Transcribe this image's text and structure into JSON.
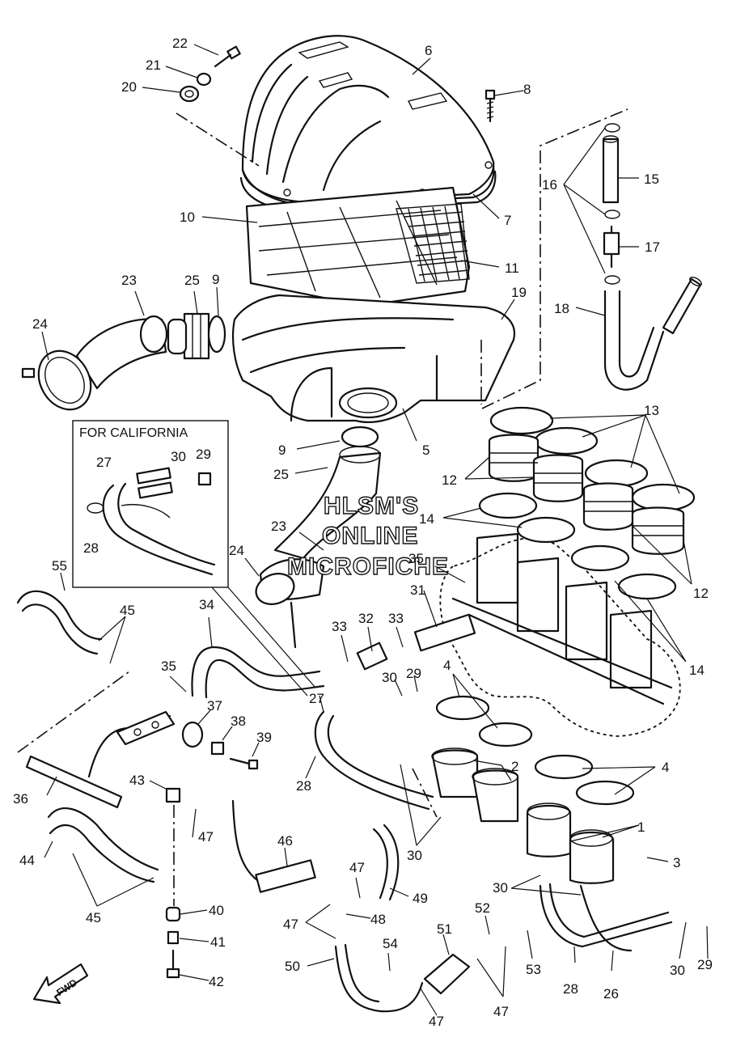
{
  "callouts": [
    "1",
    "2",
    "3",
    "4",
    "5",
    "6",
    "7",
    "8",
    "9",
    "10",
    "11",
    "12",
    "13",
    "14",
    "15",
    "16",
    "17",
    "18",
    "19",
    "20",
    "21",
    "22",
    "23",
    "24",
    "25",
    "26",
    "27",
    "28",
    "29",
    "30",
    "31",
    "32",
    "33",
    "34",
    "35",
    "36",
    "37",
    "38",
    "39",
    "40",
    "41",
    "42",
    "43",
    "44",
    "45",
    "46",
    "47",
    "48",
    "49",
    "50",
    "51",
    "52",
    "53",
    "54",
    "55"
  ],
  "california_box": {
    "title": "FOR CALIFORNIA"
  },
  "watermark": {
    "line1": "HLSM'S",
    "line2": "ONLINE",
    "line3": "MICROFICHE"
  },
  "direction_badge": "FWD"
}
